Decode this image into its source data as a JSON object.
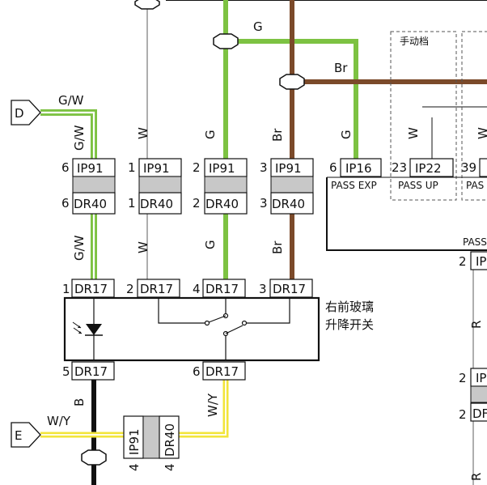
{
  "colors": {
    "green": "#7dc242",
    "brown": "#7b4a2a",
    "black": "#111111",
    "gray_wire": "#9a9a9a",
    "yellow": "#f2e53a",
    "connector_fill": "#c8c8c8"
  },
  "offpage": {
    "D": {
      "label": "D",
      "wire": "G/W"
    },
    "E": {
      "label": "E",
      "wire": "W/Y"
    }
  },
  "wire_labels": {
    "g_top": "G",
    "br_top": "Br",
    "gw_vert_top": "G/W",
    "w_vert_top": "W",
    "g_vert_top": "G",
    "br_vert_top": "Br",
    "g_ip16": "G",
    "w_ip22": "W",
    "w_partial": "W",
    "gw_vert_mid": "G/W",
    "w_vert_mid": "W",
    "g_vert_mid": "G",
    "br_vert_mid": "Br",
    "b_vert": "B",
    "wy_vert": "W/Y",
    "r_1": "R",
    "r_2": "R"
  },
  "connectors": {
    "ip91_a": {
      "pin": "6",
      "name": "IP91"
    },
    "ip91_b": {
      "pin": "1",
      "name": "IP91"
    },
    "ip91_c": {
      "pin": "2",
      "name": "IP91"
    },
    "ip91_d": {
      "pin": "3",
      "name": "IP91"
    },
    "dr40_a": {
      "pin": "6",
      "name": "DR40"
    },
    "dr40_b": {
      "pin": "1",
      "name": "DR40"
    },
    "dr40_c": {
      "pin": "2",
      "name": "DR40"
    },
    "dr40_d": {
      "pin": "3",
      "name": "DR40"
    },
    "ip16": {
      "pin": "6",
      "name": "IP16"
    },
    "ip22": {
      "pin": "23",
      "name": "IP22"
    },
    "ip_39": {
      "pin": "39"
    },
    "dr17_1": {
      "pin": "1",
      "name": "DR17"
    },
    "dr17_2": {
      "pin": "2",
      "name": "DR17"
    },
    "dr17_4": {
      "pin": "4",
      "name": "DR17"
    },
    "dr17_3": {
      "pin": "3",
      "name": "DR17"
    },
    "dr17_5": {
      "pin": "5",
      "name": "DR17"
    },
    "dr17_6": {
      "pin": "6",
      "name": "DR17"
    },
    "ip91_bottom": {
      "pin": "4",
      "name": "IP91"
    },
    "dr40_bottom": {
      "pin": "4",
      "name": "DR40"
    },
    "right_a": {
      "pin": "2",
      "name": "IP"
    },
    "right_b": {
      "pin": "2",
      "name": "IP"
    },
    "right_c": {
      "pin": "2",
      "name": "DF"
    }
  },
  "module": {
    "label_line1": "右前玻璃",
    "label_line2": "升降开关"
  },
  "manual": {
    "title": "手动档"
  },
  "signals": {
    "pass_exp": "PASS EXP",
    "pass_up": "PASS UP",
    "pas_partial": "PAS",
    "pass_partial": "PASS"
  }
}
